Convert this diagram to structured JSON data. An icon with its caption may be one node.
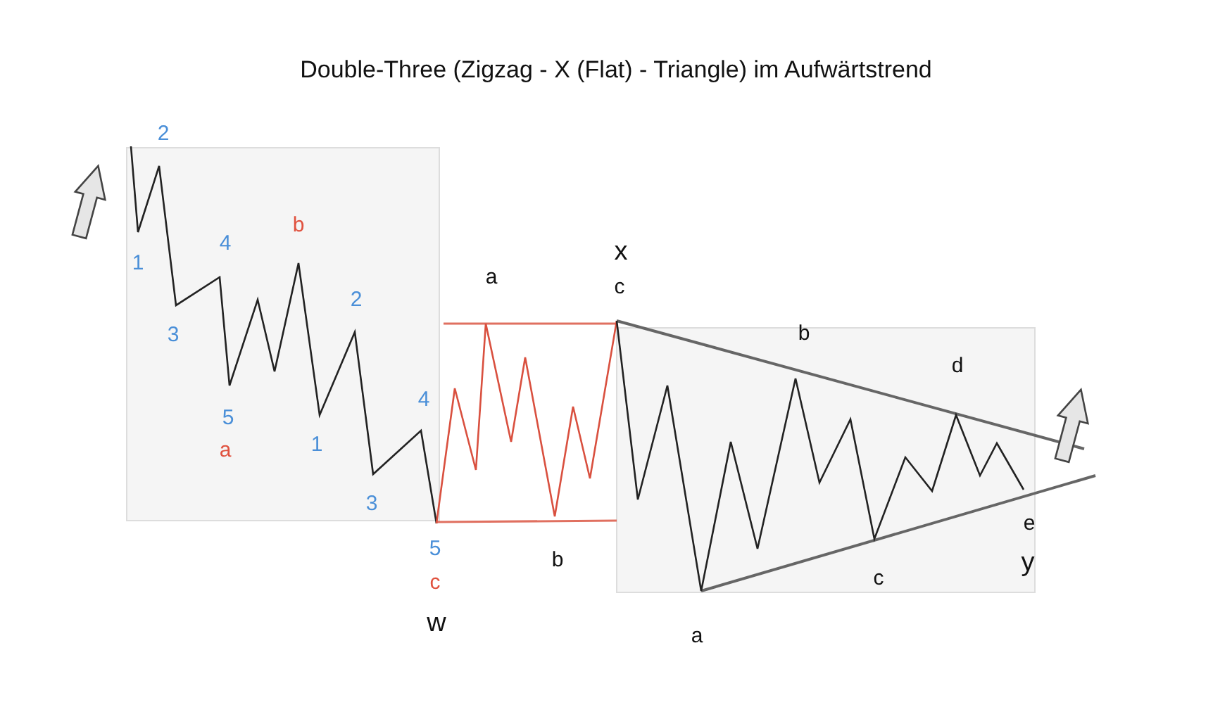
{
  "diagram": {
    "title": "Double-Three (Zigzag - X (Flat) - Triangle) im Aufwärtstrend",
    "labels": [
      "1",
      "2",
      "3",
      "4",
      "5",
      "a",
      "b",
      "1",
      "2",
      "3",
      "4",
      "5",
      "c",
      "w",
      "a",
      "b",
      "x",
      "c",
      "a",
      "b",
      "c",
      "d",
      "e",
      "y"
    ]
  }
}
